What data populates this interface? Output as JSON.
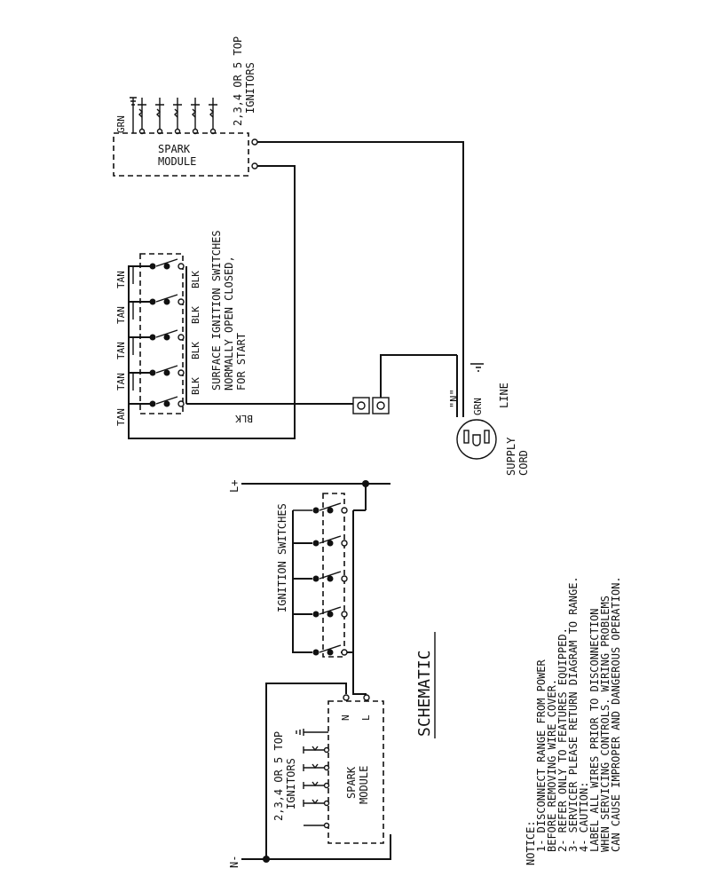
{
  "wiring": {
    "ignitors_label": "2,3,4 OR 5 TOP",
    "ignitors_label_2": "IGNITORS",
    "grn_wire": "GRN",
    "spark_module_1": "SPARK",
    "spark_module_2": "MODULE",
    "surface_switches_1": "SURFACE IGNITION SWITCHES",
    "surface_switches_2": "NORMALLY OPEN CLOSED,",
    "surface_switches_3": "FOR START",
    "tan": "TAN",
    "blk": "BLK",
    "neutral": "\"N\"",
    "cord_grn": "GRN",
    "line": "LINE",
    "supply_1": "SUPPLY",
    "supply_2": "CORD"
  },
  "schematic": {
    "title": "SCHEMATIC",
    "l_plus": "L+",
    "n_minus": "N-",
    "ignition_switches": "IGNITION SWITCHES",
    "ignitors_label": "2,3,4 OR 5 TOP",
    "ignitors_label_2": "IGNITORS",
    "spark_module_1": "SPARK",
    "spark_module_2": "MODULE",
    "module_n": "N",
    "module_l": "L"
  },
  "notice": {
    "heading": "NOTICE:",
    "line1": "1- DISCONNECT RANGE FROM POWER",
    "line1b": "   BEFORE REMOVING WIRE COVER.",
    "line2": "2- REFER ONLY TO FEATURES EQUIPPED.",
    "line3": "3- SERVICER PLEASE RETURN DIAGRAM TO RANGE.",
    "line4": "4-    CAUTION:",
    "line4b": "   LABEL ALL WIRES PRIOR TO DISCONNECTION",
    "line4c": "   WHEN SERVICING CONTROLS. WIRING PROBLEMS",
    "line4d": "   CAN CAUSE IMPROPER AND DANGEROUS OPERATION."
  }
}
